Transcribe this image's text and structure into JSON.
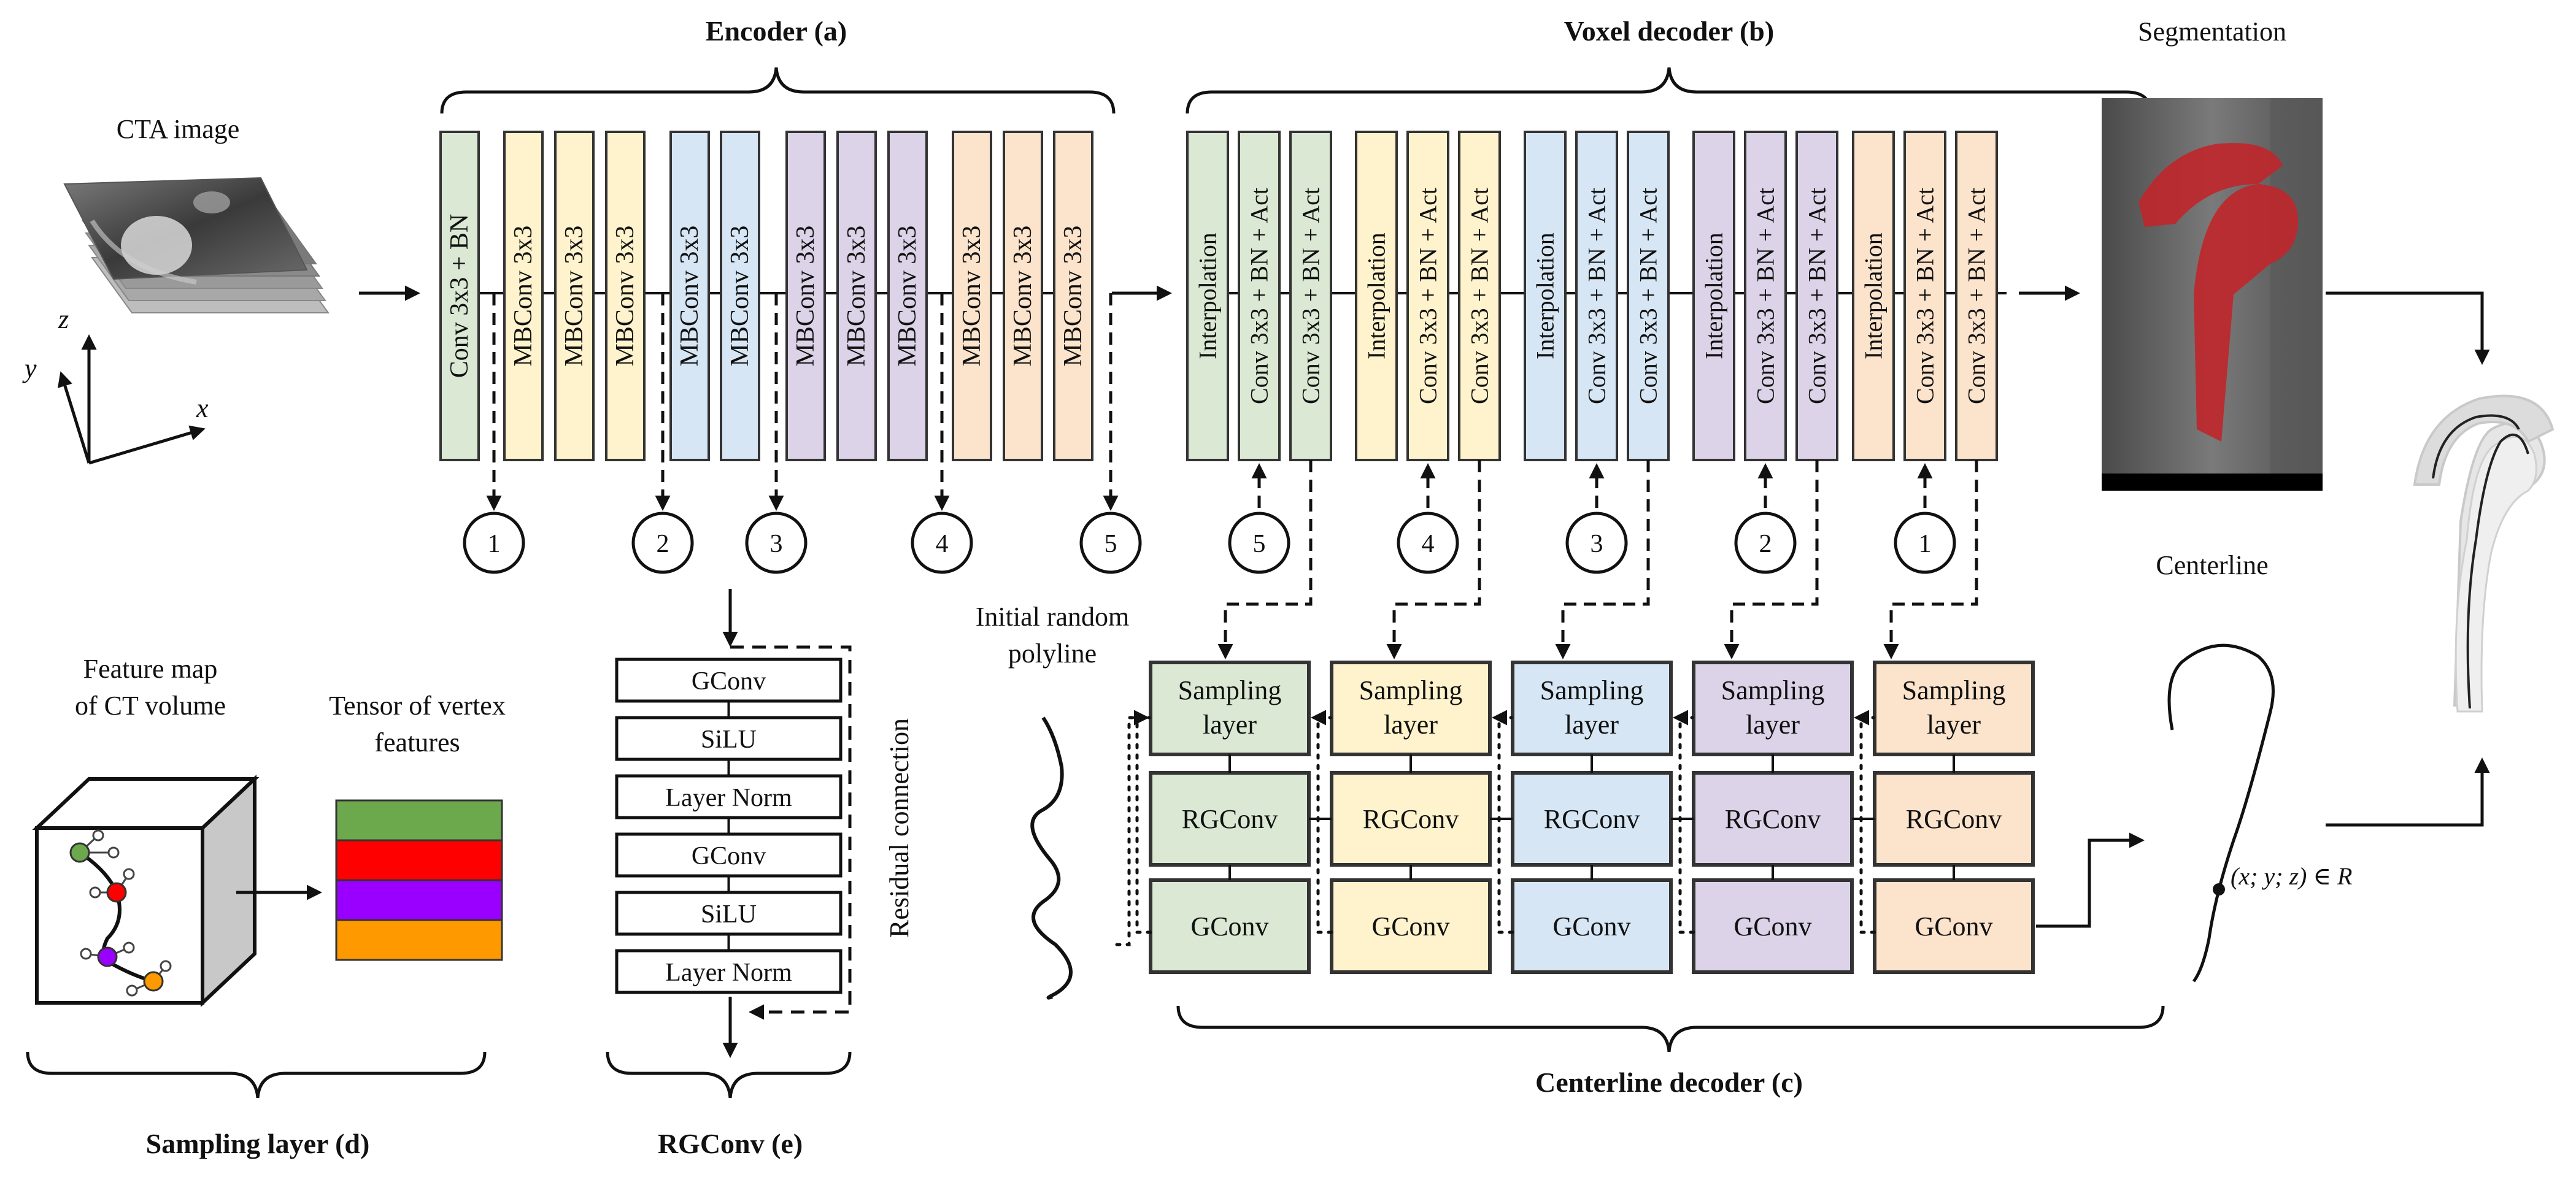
{
  "colors": {
    "green": "#dbe9d4",
    "yellow": "#fef3cc",
    "blue": "#d7e6f4",
    "purple": "#dcd3e8",
    "orange": "#fbe3cc",
    "stroke": "#222222",
    "red_segmentation": "#c0262a",
    "feat_green": "#6ca94c",
    "feat_red": "#ff0000",
    "feat_purple": "#9a00ff",
    "feat_orange": "#ff9900"
  },
  "titles": {
    "encoder": "Encoder (a)",
    "voxel_decoder": "Voxel decoder (b)",
    "segmentation": "Segmentation",
    "centerline": "Centerline",
    "centerline_decoder": "Centerline decoder (c)",
    "sampling_layer": "Sampling layer (d)",
    "rgconv": "RGConv (e)"
  },
  "labels": {
    "cta_image": "CTA image",
    "axis_x": "x",
    "axis_y": "y",
    "axis_z": "z",
    "initial_polyline_1": "Initial random",
    "initial_polyline_2": "polyline",
    "feature_map_1": "Feature map",
    "feature_map_2": "of CT volume",
    "tensor_1": "Tensor of vertex",
    "tensor_2": "features",
    "residual": "Residual  connection",
    "coordinate": "(x; y; z) ∈ R"
  },
  "encoder_blocks": [
    {
      "label": "Conv 3x3 + BN",
      "color": "green"
    },
    {
      "label": "MBConv 3x3",
      "color": "yellow"
    },
    {
      "label": "MBConv 3x3",
      "color": "yellow"
    },
    {
      "label": "MBConv 3x3",
      "color": "yellow"
    },
    {
      "label": "MBConv 3x3",
      "color": "blue"
    },
    {
      "label": "MBConv 3x3",
      "color": "blue"
    },
    {
      "label": "MBConv 3x3",
      "color": "purple"
    },
    {
      "label": "MBConv 3x3",
      "color": "purple"
    },
    {
      "label": "MBConv 3x3",
      "color": "purple"
    },
    {
      "label": "MBConv 3x3",
      "color": "orange"
    },
    {
      "label": "MBConv 3x3",
      "color": "orange"
    },
    {
      "label": "MBConv 3x3",
      "color": "orange"
    }
  ],
  "encoder_skips": [
    "1",
    "2",
    "3",
    "4",
    "5"
  ],
  "decoder_groups": [
    {
      "color": "green",
      "skip": "5",
      "blocks": [
        "Interpolation",
        "Conv 3x3 + BN + Act",
        "Conv 3x3 + BN + Act"
      ]
    },
    {
      "color": "yellow",
      "skip": "4",
      "blocks": [
        "Interpolation",
        "Conv 3x3 + BN + Act",
        "Conv 3x3 + BN + Act"
      ]
    },
    {
      "color": "blue",
      "skip": "3",
      "blocks": [
        "Interpolation",
        "Conv 3x3 + BN + Act",
        "Conv 3x3 + BN + Act"
      ]
    },
    {
      "color": "purple",
      "skip": "2",
      "blocks": [
        "Interpolation",
        "Conv 3x3 + BN + Act",
        "Conv 3x3 + BN + Act"
      ]
    },
    {
      "color": "orange",
      "skip": "1",
      "blocks": [
        "Interpolation",
        "Conv 3x3 + BN + Act",
        "Conv 3x3 + BN + Act"
      ]
    }
  ],
  "centerline_groups": [
    {
      "color": "green",
      "sampling_1": "Sampling",
      "sampling_2": "layer",
      "rgconv": "RGConv",
      "gconv": "GConv"
    },
    {
      "color": "yellow",
      "sampling_1": "Sampling",
      "sampling_2": "layer",
      "rgconv": "RGConv",
      "gconv": "GConv"
    },
    {
      "color": "blue",
      "sampling_1": "Sampling",
      "sampling_2": "layer",
      "rgconv": "RGConv",
      "gconv": "GConv"
    },
    {
      "color": "purple",
      "sampling_1": "Sampling",
      "sampling_2": "layer",
      "rgconv": "RGConv",
      "gconv": "GConv"
    },
    {
      "color": "orange",
      "sampling_1": "Sampling",
      "sampling_2": "layer",
      "rgconv": "RGConv",
      "gconv": "GConv"
    }
  ],
  "rgconv_stack": [
    "GConv",
    "SiLU",
    "Layer Norm",
    "GConv",
    "SiLU",
    "Layer Norm"
  ]
}
